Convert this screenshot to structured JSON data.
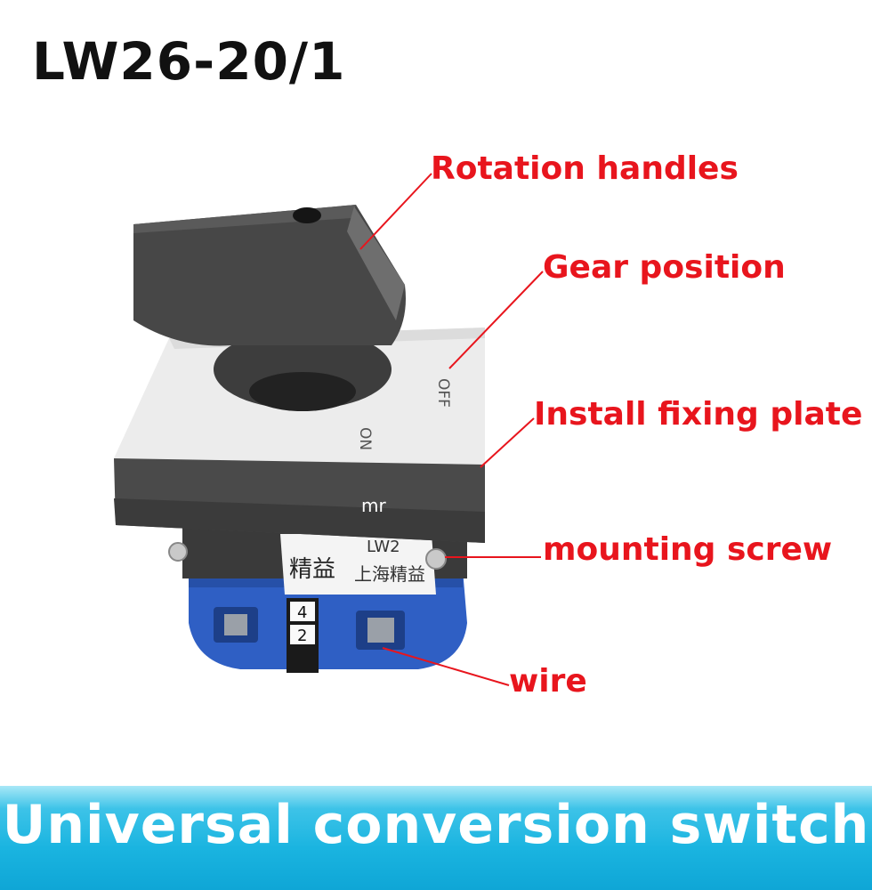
{
  "title": "LW26-20/1",
  "labels": {
    "rotation_handles": "Rotation handles",
    "gear_position": "Gear position",
    "install_fixing_plate": "Install fixing plate",
    "mounting_screw": "mounting screw",
    "wire": "wire"
  },
  "switch_markings": {
    "off": "OFF",
    "on": "ON",
    "terminal_4": "4",
    "terminal_2": "2",
    "sticker_top": "LW2",
    "sticker_brand": "上海精益",
    "sticker_logo": "精益"
  },
  "watermark": "mr",
  "banner": {
    "text": "Universal conversion switch"
  },
  "colors": {
    "label_red": "#e8151d",
    "banner_blue": "#1ab4e0",
    "base_blue": "#2f5fc4",
    "housing_gray": "#4a4a4a"
  }
}
